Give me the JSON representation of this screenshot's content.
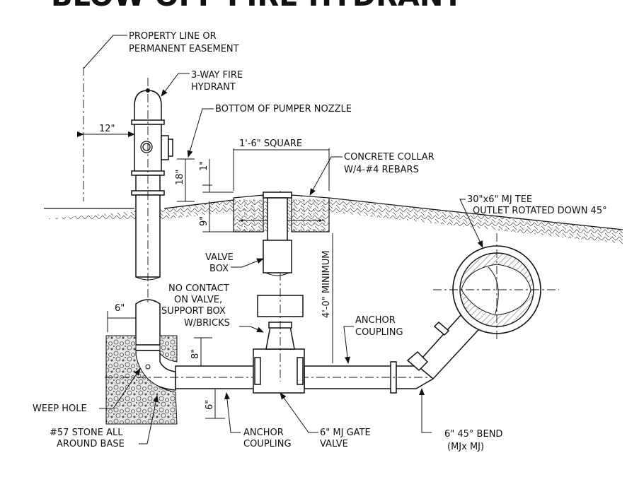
{
  "title": "BLOW OFF FIRE HYDRANT",
  "labels": {
    "property_line_1": "PROPERTY LINE OR",
    "property_line_2": "PERMANENT EASEMENT",
    "hydrant_1": "3-WAY FIRE",
    "hydrant_2": "HYDRANT",
    "pumper_nozzle": "BOTTOM OF PUMPER NOZZLE",
    "dim_12": "12\"",
    "dim_18": "18\"",
    "dim_1": "1\"",
    "dim_9": "9\"",
    "square": "1'-6\" SQUARE",
    "collar_1": "CONCRETE COLLAR",
    "collar_2": "W/4-#4 REBARS",
    "tee_1": "30\"x6\" MJ TEE",
    "tee_2": "OUTLET ROTATED DOWN 45°",
    "valve_box_1": "VALVE",
    "valve_box_2": "BOX",
    "min_depth": "4'-0\" MINIMUM",
    "dim_6_top": "6\"",
    "no_contact_1": "NO CONTACT",
    "no_contact_2": "ON VALVE,",
    "no_contact_3": "SUPPORT BOX",
    "no_contact_4": "W/BRICKS",
    "anchor_top_1": "ANCHOR",
    "anchor_top_2": "COUPLING",
    "dim_8": "8\"",
    "dim_6_bottom": "6\"",
    "weep_hole": "WEEP HOLE",
    "stone_1": "#57 STONE ALL",
    "stone_2": "AROUND BASE",
    "anchor_bottom_1": "ANCHOR",
    "anchor_bottom_2": "COUPLING",
    "gate_valve_1": "6\" MJ GATE",
    "gate_valve_2": "VALVE",
    "bend_1": "6\" 45° BEND",
    "bend_2": "(MJx MJ)"
  }
}
